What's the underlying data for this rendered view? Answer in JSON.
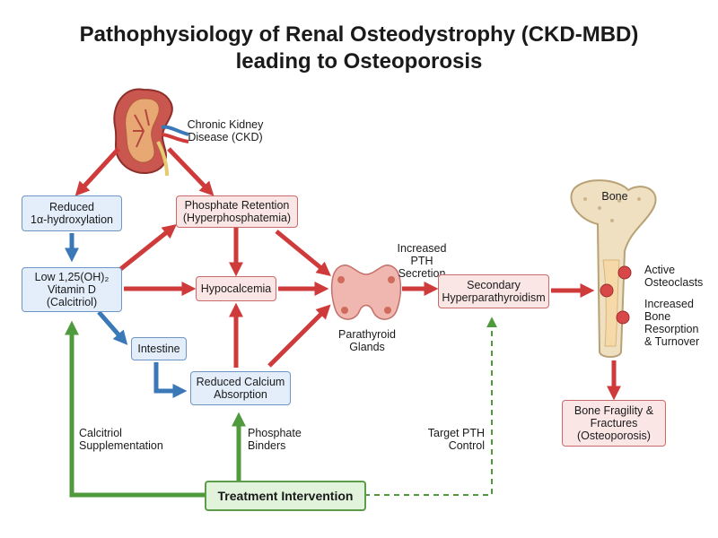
{
  "title": {
    "line1": "Pathophysiology of Renal Osteodystrophy (CKD-MBD)",
    "line2": "leading to Osteoporosis"
  },
  "nodes": {
    "ckd": "Chronic Kidney\nDisease (CKD)",
    "reduced_hydroxylation": "Reduced\n1α-hydroxylation",
    "phosphate_retention": "Phosphate Retention\n(Hyperphosphatemia)",
    "low_vitamin_d": "Low 1,25(OH)₂\nVitamin D\n(Calcitriol)",
    "hypocalcemia": "Hypocalcemia",
    "intestine": "Intestine",
    "reduced_calcium_absorption": "Reduced Calcium\nAbsorption",
    "parathyroid_glands": "Parathyroid\nGlands",
    "increased_pth_secretion": "Increased\nPTH\nSecretion",
    "secondary_hyperparathyroidism": "Secondary\nHyperparathyroidism",
    "bone": "Bone",
    "active_osteoclasts": "Active\nOsteoclasts",
    "increased_bone_resorption": "Increased\nBone\nResorption\n& Turnover",
    "bone_fragility": "Bone Fragility &\nFractures\n(Osteoporosis)",
    "treatment_intervention": "Treatment Intervention"
  },
  "treatments": {
    "calcitriol_supplementation": "Calcitriol\nSupplementation",
    "phosphate_binders": "Phosphate\nBinders",
    "target_pth_control": "Target PTH\nControl"
  },
  "colors": {
    "pathway_arrow": "#cf3b3b",
    "vitamin_d_arrow": "#3b78b8",
    "treatment_arrow": "#4f9a3c",
    "blue_box_fill": "#e3eefa",
    "pink_box_fill": "#fbe6e6",
    "green_box_fill": "#e2f3dc"
  },
  "icons": [
    "kidney-icon",
    "parathyroid-glands-icon",
    "femur-bone-icon"
  ]
}
